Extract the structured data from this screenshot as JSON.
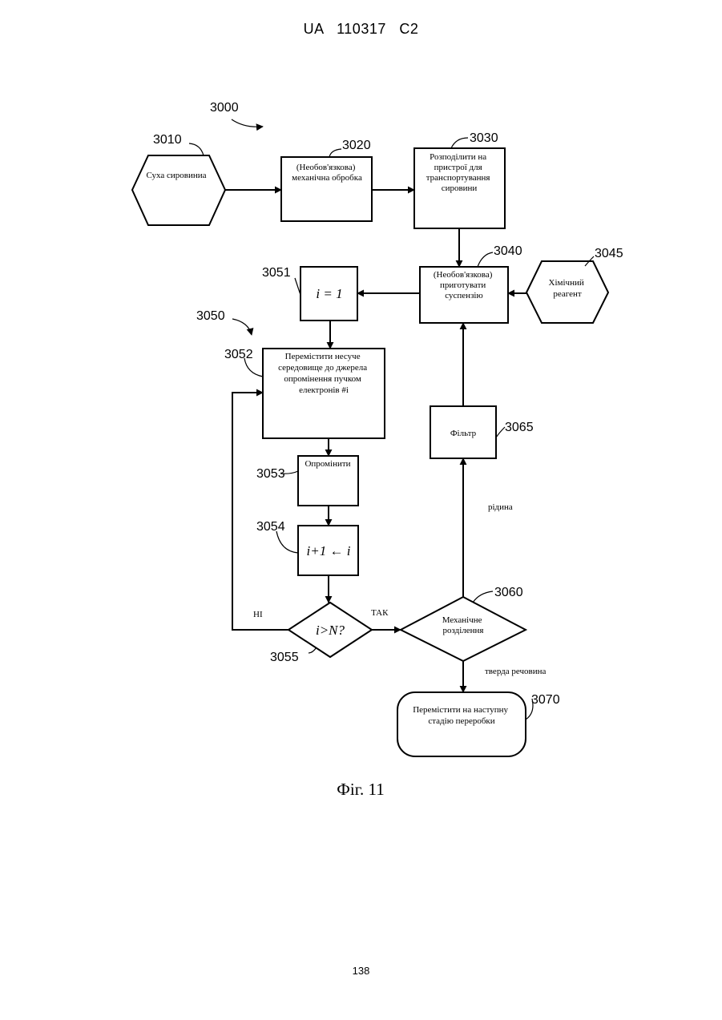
{
  "header": {
    "document_id": "UA   110317   C2"
  },
  "page_number": "138",
  "figure": {
    "caption": "Фіг. 11",
    "ref_overall": "3000",
    "ref_group": "3050",
    "nodes": {
      "n3010": {
        "ref": "3010",
        "lines": [
          "Суха сировиниа"
        ]
      },
      "n3020": {
        "ref": "3020",
        "lines": [
          "(Необов'язкова)",
          "механічна обробка"
        ]
      },
      "n3030": {
        "ref": "3030",
        "lines": [
          "Розподілити на",
          "пристрої для",
          "транспортування",
          "сировини"
        ]
      },
      "n3040": {
        "ref": "3040",
        "lines": [
          "(Необов'язкова)",
          "приготувати",
          "суспензію"
        ]
      },
      "n3045": {
        "ref": "3045",
        "lines": [
          "Хімічний",
          "реагент"
        ]
      },
      "n3051": {
        "ref": "3051",
        "expr": "i = 1"
      },
      "n3052": {
        "ref": "3052",
        "lines": [
          "Перемістити несуче",
          "середовище до джерела",
          "опромінення пучком",
          "електронів #i"
        ]
      },
      "n3053": {
        "ref": "3053",
        "lines": [
          "Опромінити"
        ]
      },
      "n3054": {
        "ref": "3054",
        "expr": "i+1 ← i"
      },
      "n3055": {
        "ref": "3055",
        "expr": "i>N?"
      },
      "n3060": {
        "ref": "3060",
        "lines": [
          "Механічне",
          "розділення"
        ]
      },
      "n3065": {
        "ref": "3065",
        "lines": [
          "Фільтр"
        ]
      },
      "n3070": {
        "ref": "3070",
        "lines": [
          "Перемістити на наступну",
          "стадію переробки"
        ]
      }
    },
    "edge_labels": {
      "no": "НІ",
      "yes": "ТАК",
      "liquid": "рідина",
      "solid": "тверда речовина"
    }
  }
}
